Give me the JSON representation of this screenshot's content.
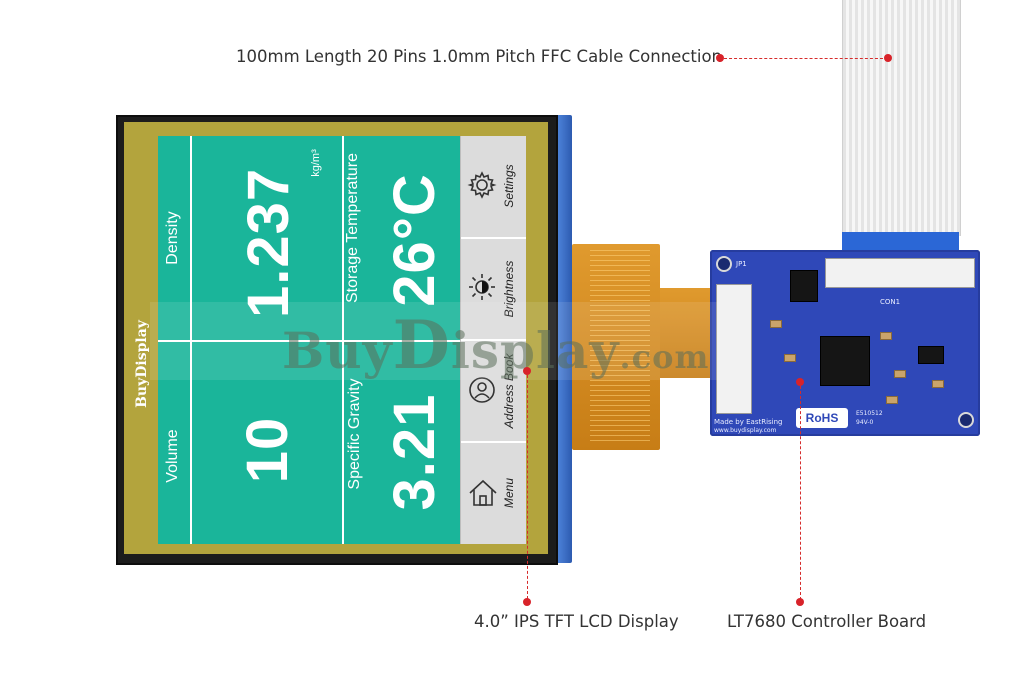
{
  "callouts": {
    "cable": "100mm Length 20 Pins 1.0mm Pitch FFC Cable Connection",
    "display": "4.0” IPS TFT LCD Display",
    "controller": "LT7680 Controller Board"
  },
  "watermark": {
    "pre": "Buy",
    "big": "D",
    "post": "isplay",
    "dotcom": ".com"
  },
  "lcd": {
    "brand": "BuyDisplay",
    "tiles": {
      "density": {
        "label": "Density",
        "value": "1.237",
        "unit": "kg/m³"
      },
      "storage_temperature": {
        "label": "Storage Temperature",
        "value": "26°C"
      },
      "volume": {
        "label": "Volume",
        "value": "10"
      },
      "specific_gravity": {
        "label": "Specific Gravity",
        "value": "3.21"
      }
    },
    "side_menu": [
      {
        "label": "Settings",
        "icon": "gear-icon"
      },
      {
        "label": "Brightness",
        "icon": "brightness-icon"
      },
      {
        "label": "Address Book",
        "icon": "address-book-icon"
      },
      {
        "label": "Menu",
        "icon": "home-icon"
      }
    ]
  },
  "pcb": {
    "jp1": "JP1",
    "con1": "CON1",
    "made_by": "Made by EastRising",
    "website": "www.buydisplay.com",
    "rohs": "RoHS",
    "cert": "E510512",
    "cert_sub": "94V-0"
  },
  "colors": {
    "tile": "#1ab59a",
    "screen_bg": "#b3a43d",
    "pcb": "#2f48b8",
    "callout_dot": "#d8232a"
  }
}
